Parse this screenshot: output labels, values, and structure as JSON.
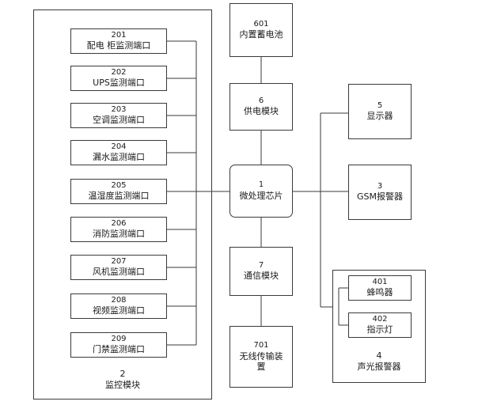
{
  "modules": {
    "b201": {
      "num": "201",
      "label": "配电 柜监测端口"
    },
    "b202": {
      "num": "202",
      "label": "UPS监测端口"
    },
    "b203": {
      "num": "203",
      "label": "空调监测端口"
    },
    "b204": {
      "num": "204",
      "label": "漏水监测端口"
    },
    "b205": {
      "num": "205",
      "label": "温湿度监测端口"
    },
    "b206": {
      "num": "206",
      "label": "消防监测端口"
    },
    "b207": {
      "num": "207",
      "label": "风机监测端口"
    },
    "b208": {
      "num": "208",
      "label": "视频监测端口"
    },
    "b209": {
      "num": "209",
      "label": "门禁监测端口"
    },
    "b601": {
      "num": "601",
      "label": "内置蓄电池"
    },
    "b6": {
      "num": "6",
      "label": "供电模块"
    },
    "b1": {
      "num": "1",
      "label": "微处理芯片"
    },
    "b7": {
      "num": "7",
      "label": "通信模块"
    },
    "b701": {
      "num": "701",
      "label": "无线传输装置"
    },
    "b5": {
      "num": "5",
      "label": "显示器"
    },
    "b3": {
      "num": "3",
      "label": "GSM报警器"
    },
    "b401": {
      "num": "401",
      "label": "蜂鸣器"
    },
    "b402": {
      "num": "402",
      "label": "指示灯"
    }
  },
  "groups": {
    "g2": {
      "num": "2",
      "label": "监控模块"
    },
    "g4": {
      "num": "4",
      "label": "声光报警器"
    }
  }
}
